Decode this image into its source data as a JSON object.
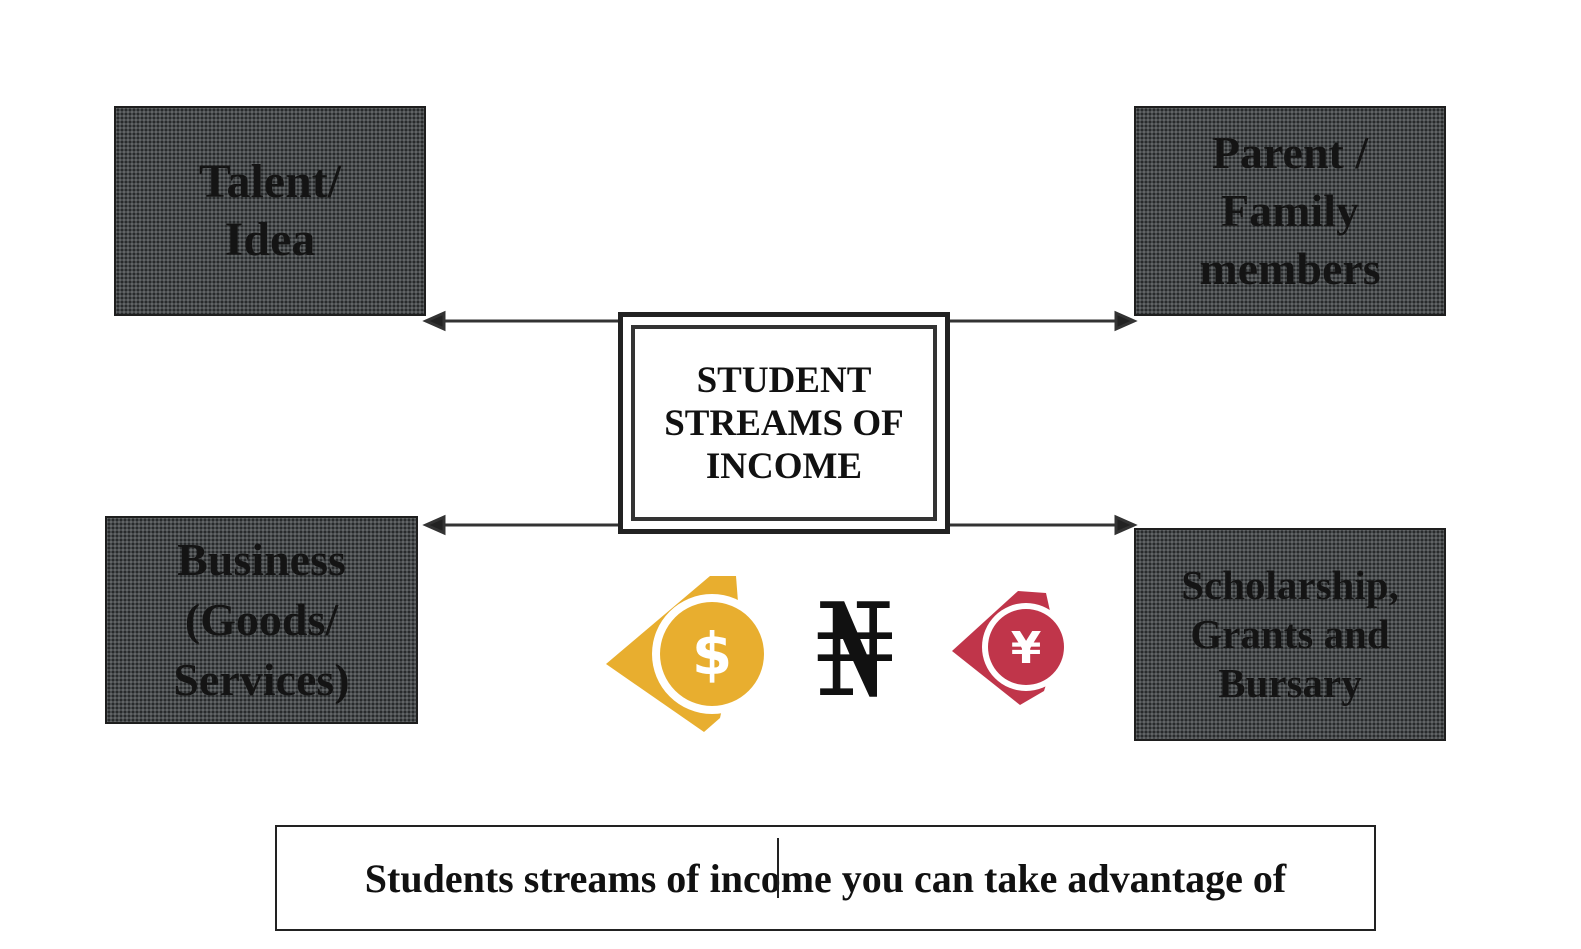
{
  "nodes": {
    "center": {
      "lines": [
        "STUDENT",
        "STREAMS OF",
        "INCOME"
      ]
    },
    "top_left": {
      "lines": [
        "Talent/",
        "Idea"
      ]
    },
    "top_right": {
      "lines": [
        "Parent /",
        "Family",
        "members"
      ]
    },
    "bottom_left": {
      "lines": [
        "Business",
        "(Goods/",
        "Services)"
      ]
    },
    "bottom_right": {
      "lines": [
        "Scholarship,",
        "Grants and",
        "Bursary"
      ]
    }
  },
  "icons": {
    "dollar": {
      "name": "dollar-coin-icon",
      "glyph": "$",
      "color": "#e8ae2f"
    },
    "naira": {
      "name": "naira-sign-icon",
      "glyph": "₦",
      "color": "#111111"
    },
    "yen": {
      "name": "yen-coin-icon",
      "glyph": "¥",
      "color": "#c0354a"
    }
  },
  "caption": "Students streams of income you can take advantage of"
}
